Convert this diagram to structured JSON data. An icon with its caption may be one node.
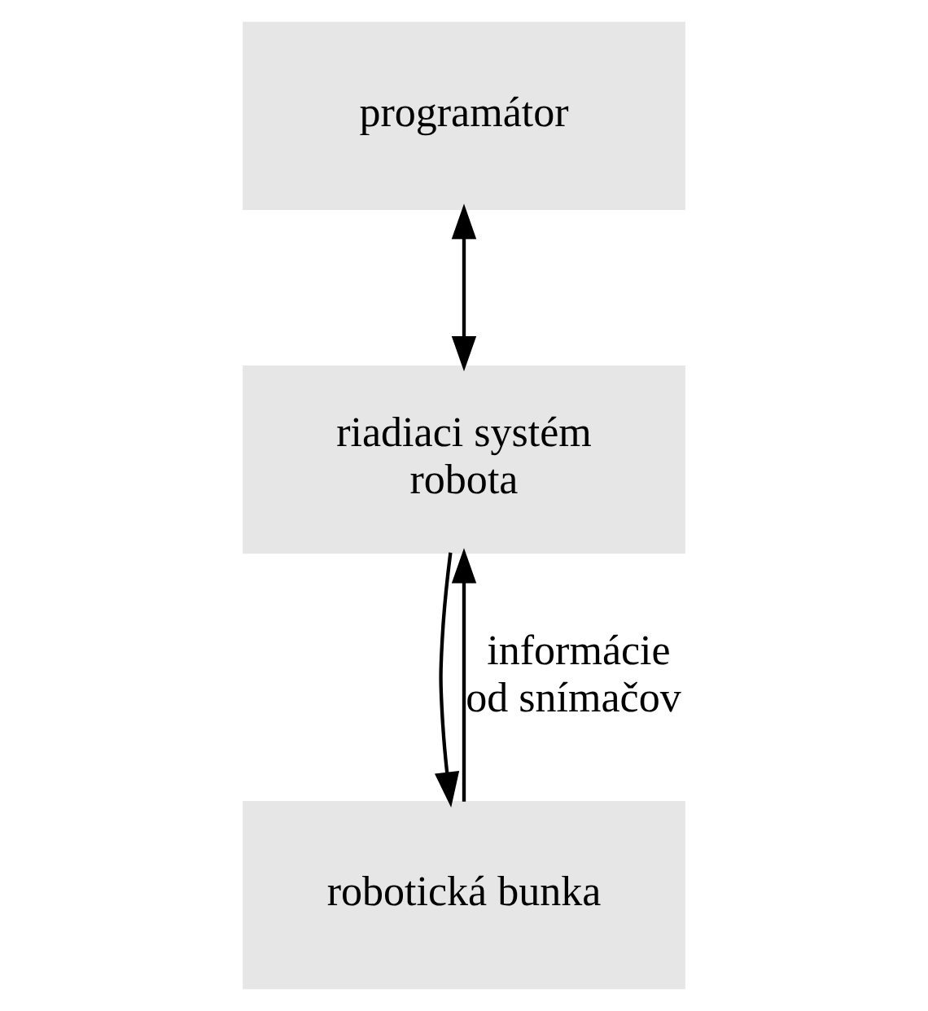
{
  "diagram": {
    "nodes": [
      {
        "text": [
          "programátor"
        ]
      },
      {
        "text": [
          "riadiaci systém robota"
        ]
      },
      {
        "text": [
          "robotická bunka"
        ]
      }
    ],
    "edges": [
      {
        "from": 0,
        "to": 1,
        "arrow": "both"
      },
      {
        "from": 1,
        "to": 2,
        "arrow": "to"
      },
      {
        "from": 2,
        "to": 1,
        "arrow": "to",
        "label": "informácie od snímačov"
      }
    ]
  }
}
